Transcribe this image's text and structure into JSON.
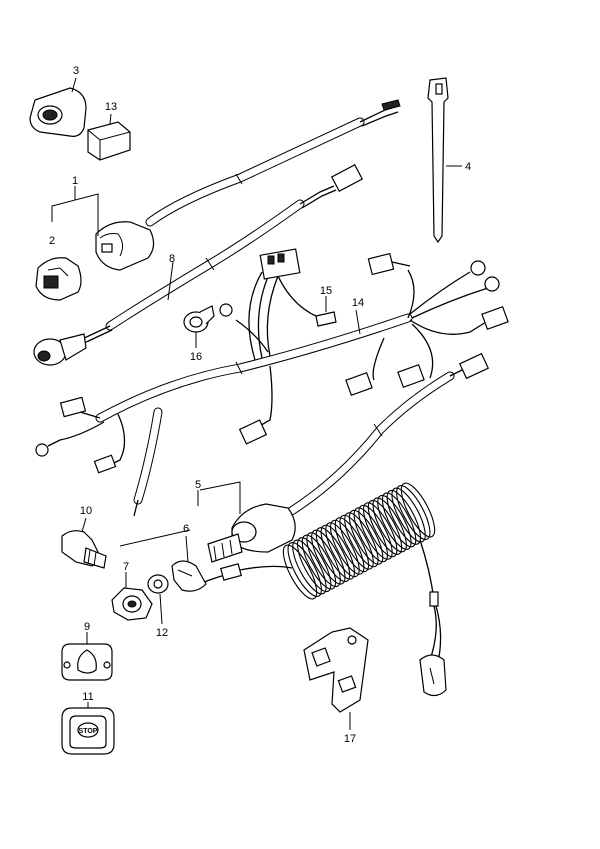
{
  "callouts": {
    "c1": "1",
    "c2": "2",
    "c3": "3",
    "c4": "4",
    "c5": "5",
    "c6": "6",
    "c7": "7",
    "c8": "8",
    "c9": "9",
    "c10": "10",
    "c11": "11",
    "c12": "12",
    "c13": "13",
    "c14": "14",
    "c15": "15",
    "c16": "16",
    "c17": "17"
  },
  "plate_text": "STOP"
}
